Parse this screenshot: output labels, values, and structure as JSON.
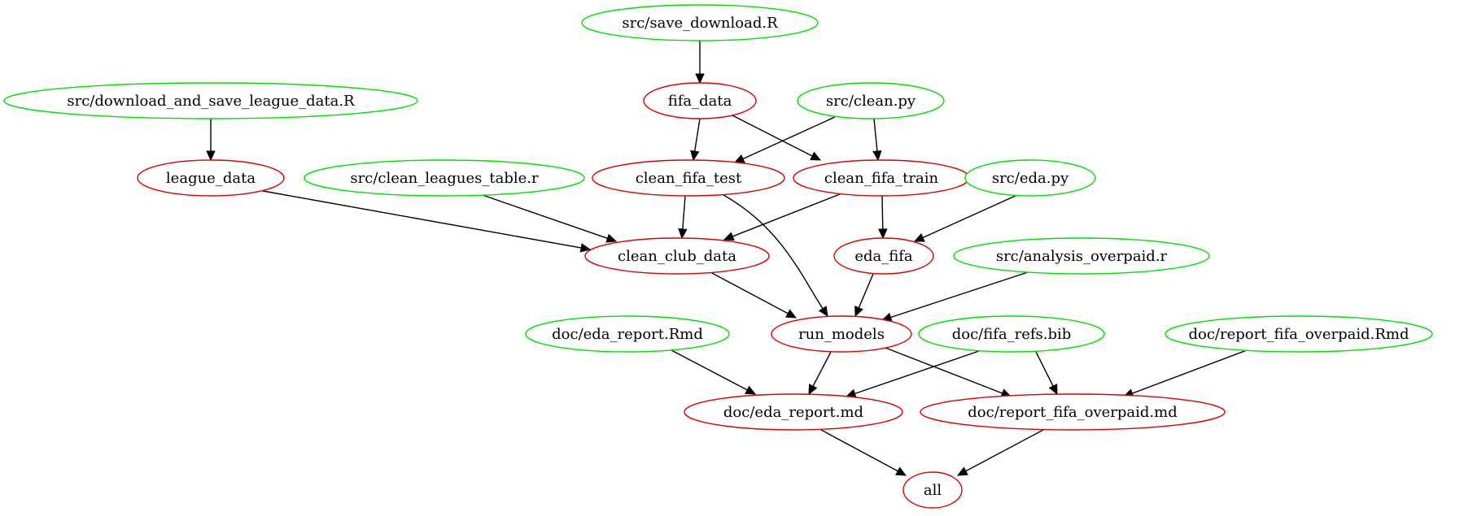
{
  "graph": {
    "colors": {
      "source": "#00e000",
      "target": "#e00000",
      "edge": "#000000"
    },
    "nodes": [
      {
        "id": "save_download",
        "label": "src/save_download.R",
        "kind": "source"
      },
      {
        "id": "download_league",
        "label": "src/download_and_save_league_data.R",
        "kind": "source"
      },
      {
        "id": "fifa_data",
        "label": "fifa_data",
        "kind": "target"
      },
      {
        "id": "clean_py",
        "label": "src/clean.py",
        "kind": "source"
      },
      {
        "id": "league_data",
        "label": "league_data",
        "kind": "target"
      },
      {
        "id": "clean_leagues_table",
        "label": "src/clean_leagues_table.r",
        "kind": "source"
      },
      {
        "id": "clean_fifa_test",
        "label": "clean_fifa_test",
        "kind": "target"
      },
      {
        "id": "clean_fifa_train",
        "label": "clean_fifa_train",
        "kind": "target"
      },
      {
        "id": "eda_py",
        "label": "src/eda.py",
        "kind": "source"
      },
      {
        "id": "clean_club_data",
        "label": "clean_club_data",
        "kind": "target"
      },
      {
        "id": "eda_fifa",
        "label": "eda_fifa",
        "kind": "target"
      },
      {
        "id": "analysis_overpaid",
        "label": "src/analysis_overpaid.r",
        "kind": "source"
      },
      {
        "id": "eda_report_rmd",
        "label": "doc/eda_report.Rmd",
        "kind": "source"
      },
      {
        "id": "run_models",
        "label": "run_models",
        "kind": "target"
      },
      {
        "id": "fifa_refs",
        "label": "doc/fifa_refs.bib",
        "kind": "source"
      },
      {
        "id": "report_overpaid_rmd",
        "label": "doc/report_fifa_overpaid.Rmd",
        "kind": "source"
      },
      {
        "id": "eda_report_md",
        "label": "doc/eda_report.md",
        "kind": "target"
      },
      {
        "id": "report_overpaid_md",
        "label": "doc/report_fifa_overpaid.md",
        "kind": "target"
      },
      {
        "id": "all",
        "label": "all",
        "kind": "target"
      }
    ],
    "edges": [
      {
        "from": "save_download",
        "to": "fifa_data"
      },
      {
        "from": "download_league",
        "to": "league_data"
      },
      {
        "from": "fifa_data",
        "to": "clean_fifa_test"
      },
      {
        "from": "fifa_data",
        "to": "clean_fifa_train"
      },
      {
        "from": "clean_py",
        "to": "clean_fifa_test"
      },
      {
        "from": "clean_py",
        "to": "clean_fifa_train"
      },
      {
        "from": "league_data",
        "to": "clean_club_data"
      },
      {
        "from": "clean_leagues_table",
        "to": "clean_club_data"
      },
      {
        "from": "clean_fifa_test",
        "to": "clean_club_data"
      },
      {
        "from": "clean_fifa_train",
        "to": "clean_club_data"
      },
      {
        "from": "clean_fifa_train",
        "to": "eda_fifa"
      },
      {
        "from": "eda_py",
        "to": "eda_fifa"
      },
      {
        "from": "clean_fifa_test",
        "to": "run_models"
      },
      {
        "from": "clean_club_data",
        "to": "run_models"
      },
      {
        "from": "eda_fifa",
        "to": "run_models"
      },
      {
        "from": "analysis_overpaid",
        "to": "run_models"
      },
      {
        "from": "eda_report_rmd",
        "to": "eda_report_md"
      },
      {
        "from": "run_models",
        "to": "eda_report_md"
      },
      {
        "from": "fifa_refs",
        "to": "eda_report_md"
      },
      {
        "from": "run_models",
        "to": "report_overpaid_md"
      },
      {
        "from": "fifa_refs",
        "to": "report_overpaid_md"
      },
      {
        "from": "report_overpaid_rmd",
        "to": "report_overpaid_md"
      },
      {
        "from": "eda_report_md",
        "to": "all"
      },
      {
        "from": "report_overpaid_md",
        "to": "all"
      }
    ]
  }
}
